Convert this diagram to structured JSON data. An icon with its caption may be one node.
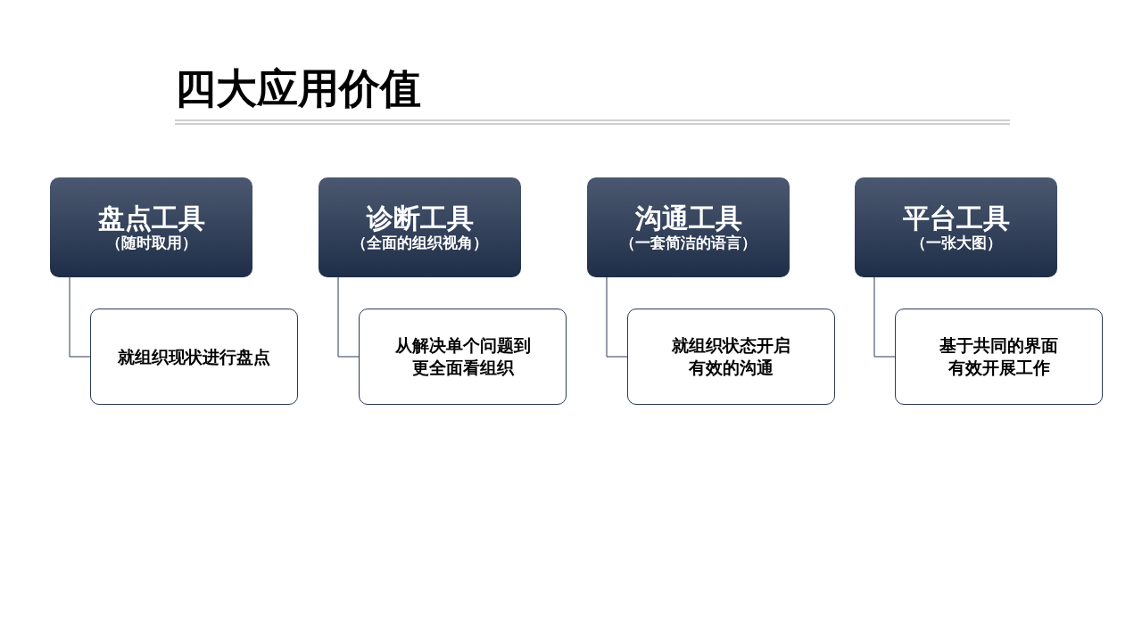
{
  "diagram": {
    "title": "四大应用价值",
    "nodes": [
      {
        "text": [
          "盘点工具",
          "（随时取用）"
        ]
      },
      {
        "text": [
          "就组织现状进行盘点"
        ]
      },
      {
        "text": [
          "诊断工具",
          "（全面的组织视角）"
        ]
      },
      {
        "text": [
          "从解决单个问题到更全面看组织"
        ]
      },
      {
        "text": [
          "沟通工具",
          "（一套简洁的语言）"
        ]
      },
      {
        "text": [
          "就组织状态开启有效的沟通"
        ]
      },
      {
        "text": [
          "平台工具",
          "（一张大图）"
        ]
      },
      {
        "text": [
          "基于共同的界面有效开展工作"
        ]
      }
    ],
    "edges": [
      {
        "from": 0,
        "to": 1,
        "arrow": "none"
      },
      {
        "from": 2,
        "to": 3,
        "arrow": "none"
      },
      {
        "from": 4,
        "to": 5,
        "arrow": "none"
      },
      {
        "from": 6,
        "to": 7,
        "arrow": "none"
      }
    ]
  }
}
